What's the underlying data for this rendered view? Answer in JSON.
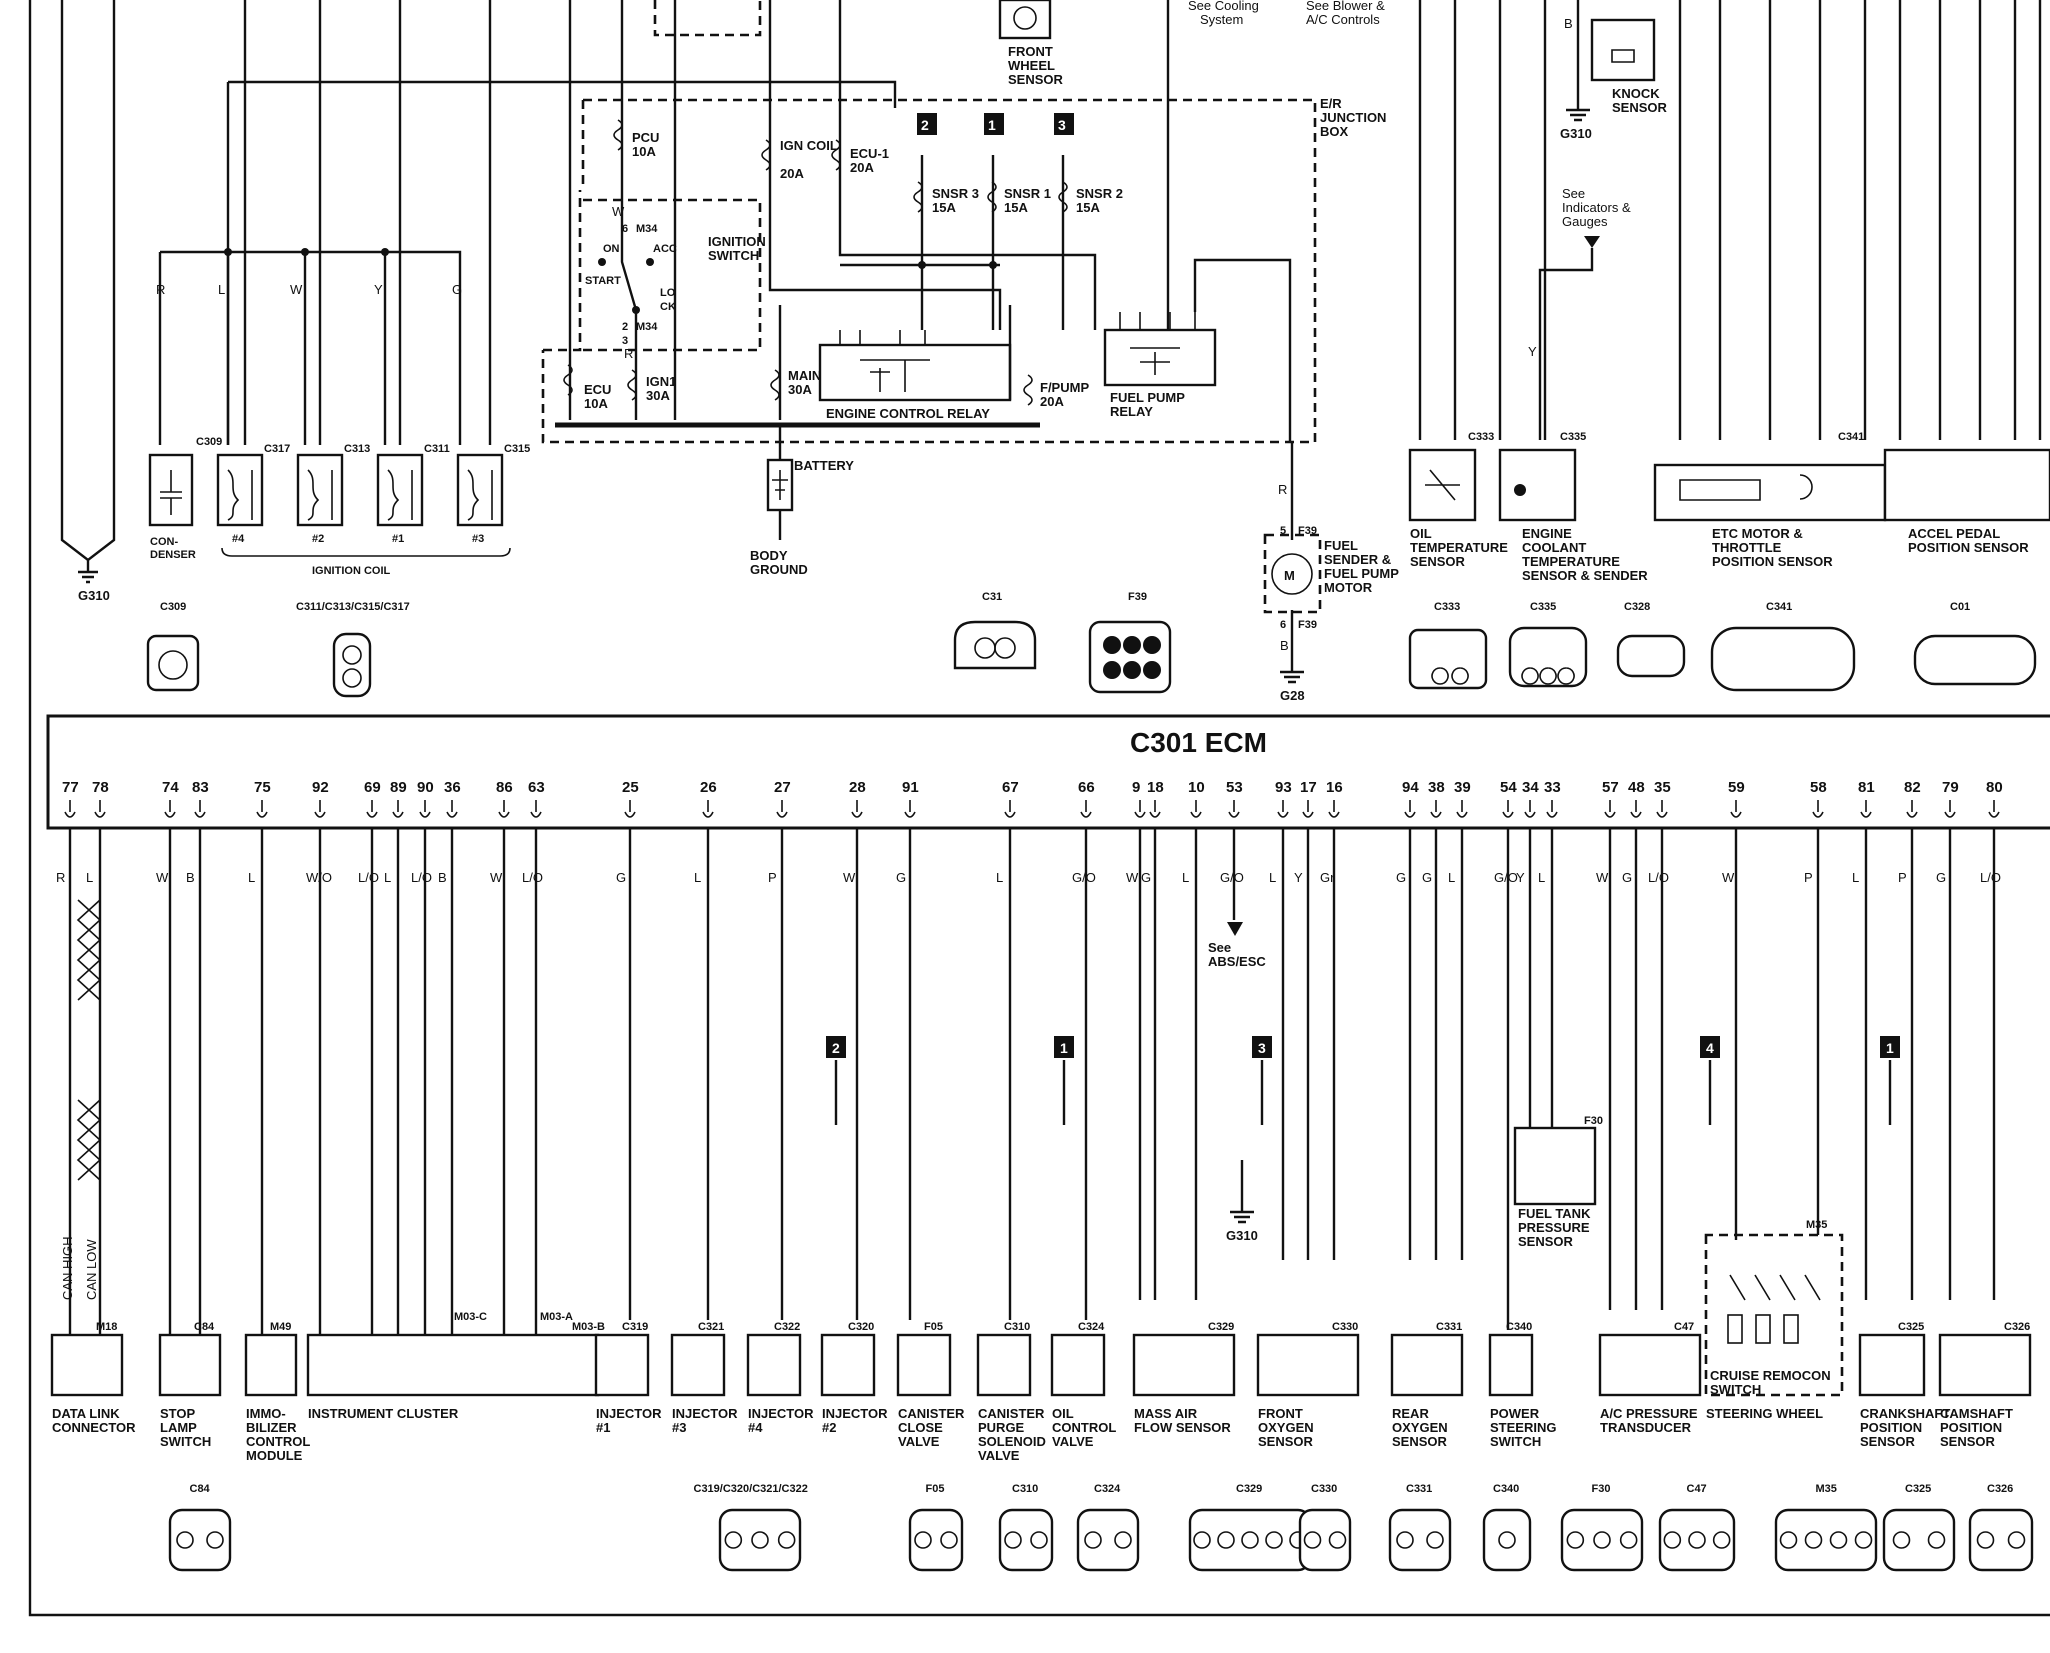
{
  "ecm_title": "C301 ECM",
  "ground_left": "G310",
  "top_notes": {
    "front_wheel_sensor": [
      "FRONT",
      "WHEEL",
      "SENSOR"
    ],
    "see_cooling": [
      "See Cooling",
      "System"
    ],
    "see_blower": [
      "See Blower &",
      "A/C Controls"
    ],
    "knock_sensor": [
      "KNOCK",
      "SENSOR"
    ],
    "knock_ground": "G310",
    "knock_wire": "B",
    "see_indicators": [
      "See",
      "Indicators &",
      "Gauges"
    ]
  },
  "junction_box": {
    "title": [
      "E/R",
      "JUNCTION",
      "BOX"
    ],
    "fuses": [
      {
        "name": "PCU",
        "rating": "10A"
      },
      {
        "name": "IGN COIL",
        "rating": "20A"
      },
      {
        "name": "ECU-1",
        "rating": "20A"
      },
      {
        "name": "SNSR 3",
        "rating": "15A"
      },
      {
        "name": "SNSR 1",
        "rating": "15A"
      },
      {
        "name": "SNSR 2",
        "rating": "15A"
      },
      {
        "name": "ECU",
        "rating": "10A"
      },
      {
        "name": "IGN1",
        "rating": "30A"
      },
      {
        "name": "MAIN",
        "rating": "30A"
      },
      {
        "name": "F/PUMP",
        "rating": "20A"
      }
    ],
    "tags": [
      "2",
      "1",
      "3"
    ],
    "engine_control_relay": "ENGINE CONTROL RELAY",
    "fuel_pump_relay": [
      "FUEL PUMP",
      "RELAY"
    ]
  },
  "ignition_switch": {
    "title": [
      "IGNITION",
      "SWITCH"
    ],
    "connector": "M34",
    "positions": [
      "ON",
      "ACC",
      "START",
      "LO",
      "CK"
    ],
    "pins": [
      "6",
      "2",
      "3"
    ],
    "wires": [
      "W",
      "R"
    ]
  },
  "battery": {
    "label": "BATTERY",
    "ground": [
      "BODY",
      "GROUND"
    ]
  },
  "left_connectors": {
    "condenser": [
      "CON-",
      "DENSER"
    ],
    "c309": "C309",
    "coils": [
      {
        "conn": "C317",
        "pos": "#4"
      },
      {
        "conn": "C313",
        "pos": "#2"
      },
      {
        "conn": "C311",
        "pos": "#1"
      },
      {
        "conn": "C315",
        "pos": "#3"
      }
    ],
    "ignition_coil": "IGNITION COIL",
    "wires": [
      "R",
      "L",
      "W",
      "Y",
      "G"
    ],
    "face_labels": [
      "C309",
      "C311/C313/C315/C317"
    ]
  },
  "fuel_pump_motor": {
    "label": [
      "FUEL",
      "SENDER &",
      "FUEL PUMP",
      "MOTOR"
    ],
    "conn_top": "F39",
    "conn_bot": "F39",
    "pin_top": "5",
    "pin_bot": "6",
    "wire_top": "R",
    "wire_bot": "B",
    "ground": "G28"
  },
  "center_faces": [
    "C31",
    "F39"
  ],
  "right_sensors": {
    "oil_temp": [
      "OIL",
      "TEMPERATURE",
      "SENSOR"
    ],
    "coolant": [
      "ENGINE",
      "COOLANT",
      "TEMPERATURE",
      "SENSOR & SENDER"
    ],
    "etc": [
      "ETC MOTOR &",
      "THROTTLE",
      "POSITION SENSOR"
    ],
    "accel": [
      "ACCEL PEDAL",
      "POSITION SENSOR"
    ],
    "connectors": [
      "C333",
      "C335",
      "C341"
    ],
    "coolant_wire": "Y",
    "face_labels": [
      "C333",
      "C335",
      "C328",
      "C341",
      "C01"
    ]
  },
  "ecm_pins": [
    "77",
    "78",
    "74",
    "83",
    "75",
    "92",
    "69",
    "89",
    "90",
    "36",
    "86",
    "63",
    "25",
    "26",
    "27",
    "28",
    "91",
    "67",
    "66",
    "9",
    "18",
    "10",
    "53",
    "93",
    "17",
    "16",
    "94",
    "38",
    "39",
    "54",
    "34",
    "33",
    "57",
    "48",
    "35",
    "59",
    "58",
    "81",
    "82",
    "79",
    "80"
  ],
  "wire_colors_below": [
    "R",
    "L",
    "W",
    "B",
    "L",
    "W/O",
    "L/O",
    "L",
    "L/O",
    "B",
    "W",
    "L/O",
    "G",
    "L",
    "P",
    "W",
    "G",
    "L",
    "G/O",
    "W",
    "G",
    "L",
    "G/O",
    "L",
    "Y",
    "Gr",
    "G",
    "G",
    "L",
    "G/O",
    "Y",
    "L",
    "W",
    "G",
    "L/O",
    "W",
    "P",
    "L",
    "P",
    "G",
    "L/O"
  ],
  "see_abs": [
    "See",
    "ABS/ESC"
  ],
  "can_labels": [
    "CAN HIGH",
    "CAN LOW"
  ],
  "lower_tags": [
    "2",
    "1",
    "3",
    "4",
    "1"
  ],
  "lower_components": [
    {
      "name": [
        "DATA LINK",
        "CONNECTOR"
      ],
      "conn": "M18"
    },
    {
      "name": [
        "STOP",
        "LAMP",
        "SWITCH"
      ],
      "conn": "C84"
    },
    {
      "name": [
        "IMMO-",
        "BILIZER",
        "CONTROL",
        "MODULE"
      ],
      "conn": "M49"
    },
    {
      "name": [
        "INSTRUMENT CLUSTER"
      ],
      "conn": "M03-B"
    },
    {
      "name": [
        "INJECTOR",
        "#1"
      ],
      "conn": "C319"
    },
    {
      "name": [
        "INJECTOR",
        "#3"
      ],
      "conn": "C321"
    },
    {
      "name": [
        "INJECTOR",
        "#4"
      ],
      "conn": "C322"
    },
    {
      "name": [
        "INJECTOR",
        "#2"
      ],
      "conn": "C320"
    },
    {
      "name": [
        "CANISTER",
        "CLOSE",
        "VALVE"
      ],
      "conn": "F05"
    },
    {
      "name": [
        "CANISTER",
        "PURGE",
        "SOLENOID",
        "VALVE"
      ],
      "conn": "C310"
    },
    {
      "name": [
        "OIL",
        "CONTROL",
        "VALVE"
      ],
      "conn": "C324"
    },
    {
      "name": [
        "MASS AIR",
        "FLOW SENSOR"
      ],
      "conn": "C329"
    },
    {
      "name": [
        "FRONT",
        "OXYGEN",
        "SENSOR"
      ],
      "conn": "C330"
    },
    {
      "name": [
        "REAR",
        "OXYGEN",
        "SENSOR"
      ],
      "conn": "C331"
    },
    {
      "name": [
        "POWER",
        "STEERING",
        "SWITCH"
      ],
      "conn": "C340"
    },
    {
      "name": [
        "A/C PRESSURE",
        "TRANSDUCER"
      ],
      "conn": "C47"
    },
    {
      "name": [
        "STEERING WHEEL"
      ],
      "conn": "M35"
    },
    {
      "name": [
        "CRANKSHAFT",
        "POSITION",
        "SENSOR"
      ],
      "conn": "C325"
    },
    {
      "name": [
        "CAMSHAFT",
        "POSITION",
        "SENSOR"
      ],
      "conn": "C326"
    }
  ],
  "cluster_conn_c": "M03-C",
  "cluster_conn_a": "M03-A",
  "fuel_tank_sensor": {
    "name": [
      "FUEL TANK",
      "PRESSURE",
      "SENSOR"
    ],
    "conn": "F30"
  },
  "cruise_switch": [
    "CRUISE REMOCON",
    "SWITCH"
  ],
  "ground_mid": "G310",
  "bottom_faces": [
    "C84",
    "C319/C320/C321/C322",
    "F05",
    "C310",
    "C324",
    "C329",
    "C330",
    "C331",
    "C340",
    "F30",
    "C47",
    "M35",
    "C325",
    "C326"
  ]
}
